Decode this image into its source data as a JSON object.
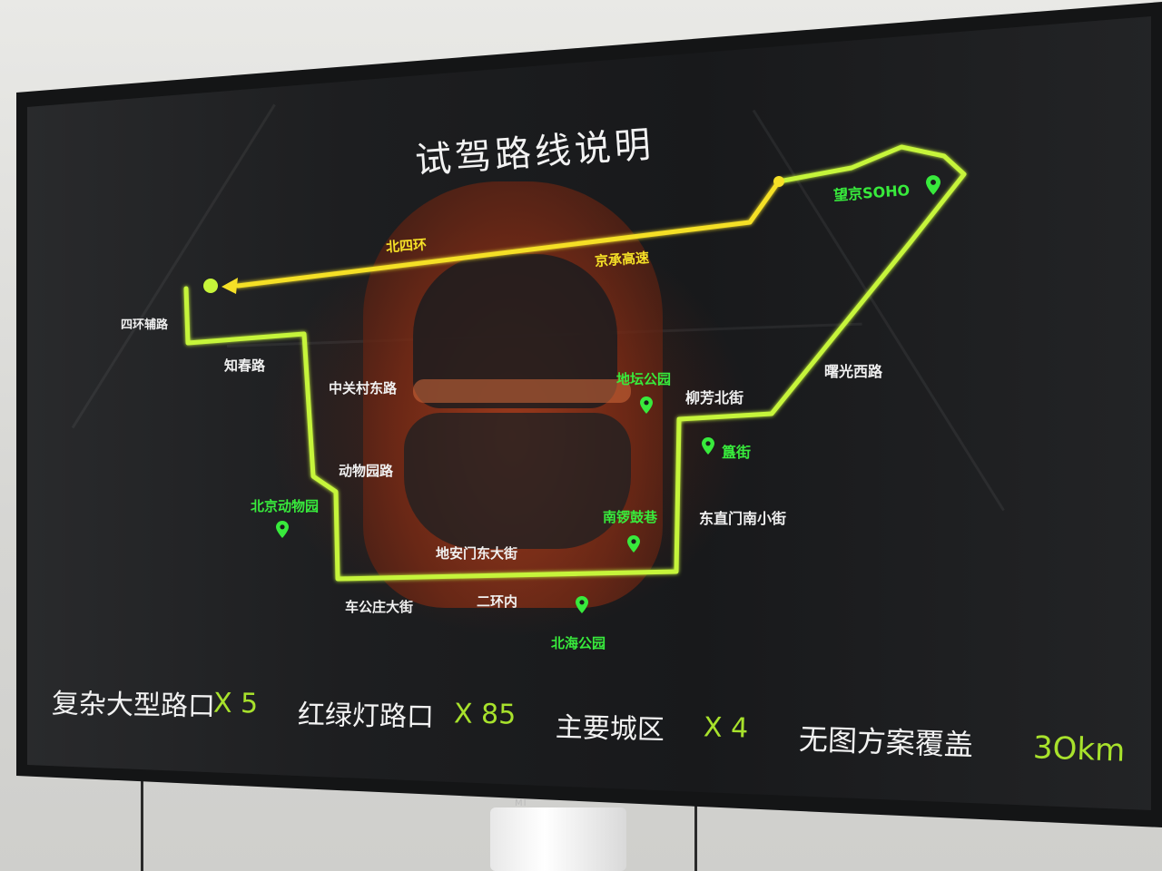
{
  "title": "试驾路线说明",
  "brand": "MI",
  "colors": {
    "route_yellow": "#f5e027",
    "route_green": "#c6f53a",
    "pin_green": "#38ea3c",
    "stat_value": "#a8e22c"
  },
  "road_labels": {
    "bei_si_huan": "北四环",
    "jing_cheng": "京承高速",
    "si_huan_fu": "四环辅路",
    "zhi_chun": "知春路",
    "zhong_guan_cun": "中关村东路",
    "liu_fang": "柳芳北街",
    "shu_guang": "曙光西路",
    "dong_wu_yuan": "动物园路",
    "dong_zhi_men": "东直门南小街",
    "di_an_men": "地安门东大街",
    "che_gong_zhuang": "车公庄大街",
    "er_huan_nei": "二环内"
  },
  "landmarks": {
    "wangjing_soho": "望京SOHO",
    "ditan": "地坛公园",
    "guijie": "簋街",
    "zoo": "北京动物园",
    "nanluoguxiang": "南锣鼓巷",
    "beihai": "北海公园"
  },
  "stats": [
    {
      "label": "复杂大型路口",
      "value": "X 5"
    },
    {
      "label": "红绿灯路口",
      "value": "X 85"
    },
    {
      "label": "主要城区",
      "value": "X 4"
    },
    {
      "label": "无图方案覆盖",
      "value": "3Okm"
    }
  ]
}
